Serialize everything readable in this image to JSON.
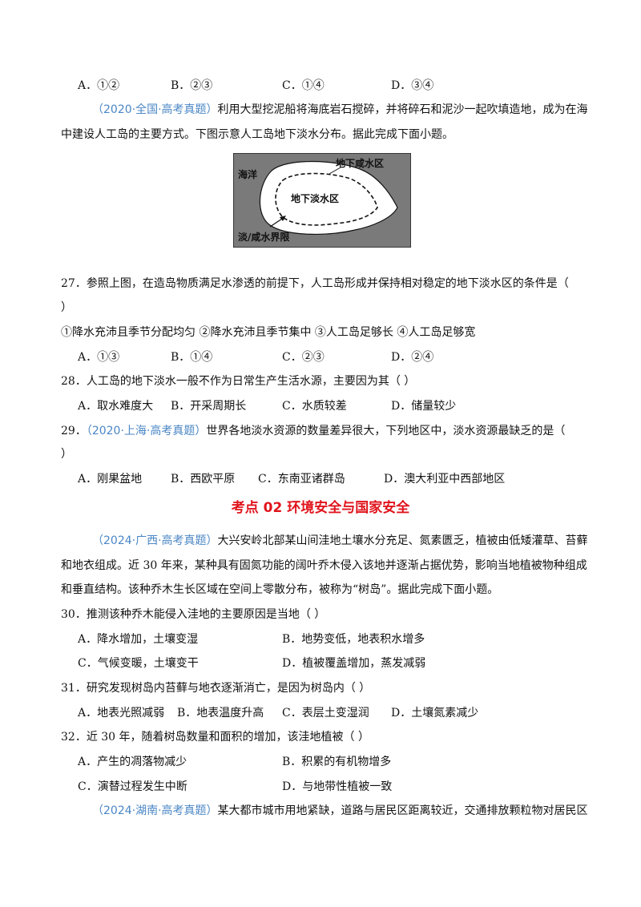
{
  "q26_options": [
    "A．①②",
    "B．②③",
    "C．①④",
    "D．③④"
  ],
  "intro1": {
    "source": "（2020·全国·高考真题）",
    "text1": "利用大型挖泥船将海底岩石搅碎，并将碎石和泥沙一起吹填造地，成为在海",
    "text2": "中建设人工岛的主要方式。下图示意人工岛地下淡水分布。据此完成下面小题。"
  },
  "figure": {
    "ocean": "海洋",
    "saline": "地下咸水区",
    "fresh": "地下淡水区",
    "boundary": "淡/咸水界限"
  },
  "q27": {
    "stem": "27．参照上图，在造岛物质满足水渗透的前提下，人工岛形成并保持相对稳定的地下淡水区的条件是（",
    "close": "）",
    "choices": "①降水充沛且季节分配均匀 ②降水充沛且季节集中 ③人工岛足够长 ④人工岛足够宽",
    "options": [
      "A．①③",
      "B．①④",
      "C．②③",
      "D．②④"
    ]
  },
  "q28": {
    "stem": "28．人工岛的地下淡水一般不作为日常生产生活水源，主要因为其（    ）",
    "options": [
      "A．取水难度大",
      "B．开采周期长",
      "C．水质较差",
      "D．储量较少"
    ]
  },
  "q29": {
    "num": "29．",
    "source": "（2020·上海·高考真题）",
    "stem": "世界各地淡水资源的数量差异很大，下列地区中，淡水资源最缺乏的是（",
    "close": "）",
    "options": [
      "A．刚果盆地",
      "B．西欧平原",
      "C．东南亚诸群岛",
      "D．澳大利亚中西部地区"
    ]
  },
  "section_title": "考点 02 环境安全与国家安全",
  "intro2": {
    "source": "（2024·广西·高考真题）",
    "text1": "大兴安岭北部某山间洼地土壤水分充足、氮素匮乏，植被由低矮灌草、苔藓",
    "text2": "和地衣组成。近 30 年来，某种具有固氮功能的阔叶乔木侵入该地并逐渐占据优势，影响当地植被物种组成",
    "text3": "和垂直结构。该种乔木生长区域在空间上零散分布，被称为“树岛”。据此完成下面小题。"
  },
  "q30": {
    "stem": "30．推测该种乔木能侵入洼地的主要原因是当地（     ）",
    "options": [
      "A．降水增加，土壤变湿",
      "B．地势变低，地表积水增多",
      "C．气候变暖，土壤变干",
      "D．植被覆盖增加，蒸发减弱"
    ]
  },
  "q31": {
    "stem": "31．研究发现树岛内苔藓与地衣逐渐消亡，是因为树岛内（     ）",
    "options": [
      "A．地表光照减弱",
      "B．地表温度升高",
      "C．表层土变湿润",
      "D．土壤氮素减少"
    ]
  },
  "q32": {
    "stem": "32．近 30 年，随着树岛数量和面积的增加，该洼地植被（     ）",
    "options": [
      "A．产生的凋落物减少",
      "B．积累的有机物增多",
      "C．演替过程发生中断",
      "D．与地带性植被一致"
    ]
  },
  "intro3": {
    "source": "（2024·湖南·高考真题）",
    "text1": "某大都市城市用地紧缺，道路与居民区距离较近，交通排放颗粒物对居民区"
  }
}
